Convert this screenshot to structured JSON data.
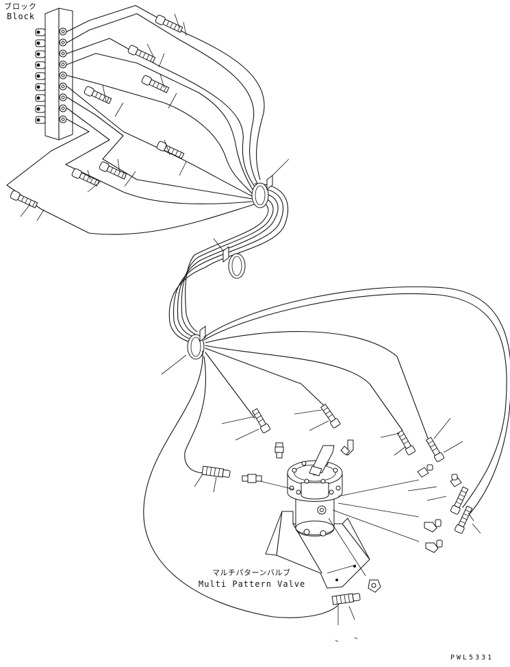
{
  "labels": {
    "block_jp": "ブロック",
    "block_en": "Block",
    "valve_jp": "マルチパターンバルブ",
    "valve_en": "Multi Pattern Valve",
    "figure_code": "PWL5331"
  }
}
